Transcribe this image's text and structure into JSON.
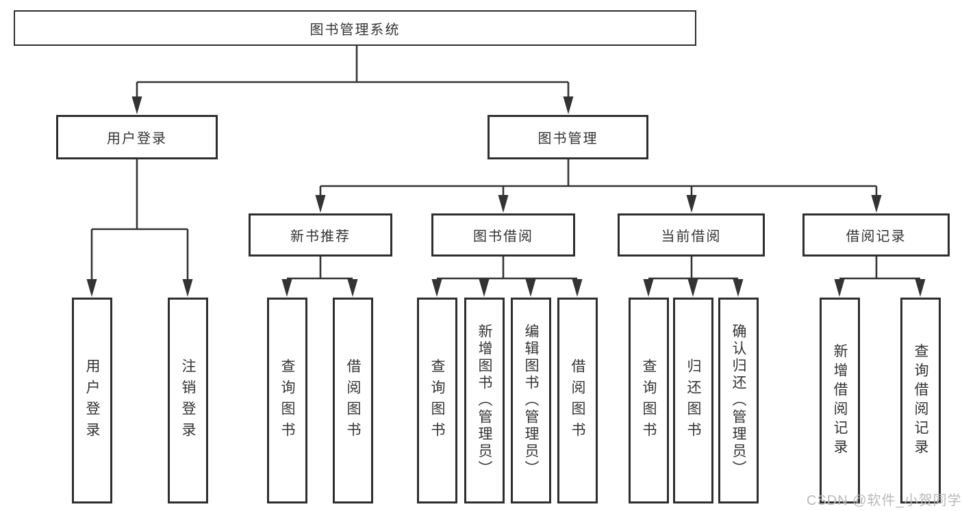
{
  "diagram": {
    "type": "hierarchy-tree",
    "root": {
      "label": "图书管理系统"
    },
    "branches": [
      {
        "label": "用户登录",
        "children": [
          {
            "label": "用户登录"
          },
          {
            "label": "注销登录"
          }
        ]
      },
      {
        "label": "图书管理",
        "children": [
          {
            "label": "新书推荐",
            "children": [
              {
                "label": "查询图书"
              },
              {
                "label": "借阅图书"
              }
            ]
          },
          {
            "label": "图书借阅",
            "children": [
              {
                "label": "查询图书"
              },
              {
                "label": "新增图书（管理员）"
              },
              {
                "label": "编辑图书（管理员）"
              },
              {
                "label": "借阅图书"
              }
            ]
          },
          {
            "label": "当前借阅",
            "children": [
              {
                "label": "查询图书"
              },
              {
                "label": "归还图书"
              },
              {
                "label": "确认归还（管理员）"
              }
            ]
          },
          {
            "label": "借阅记录",
            "children": [
              {
                "label": "新增借阅记录"
              },
              {
                "label": "查询借阅记录"
              }
            ]
          }
        ]
      }
    ]
  },
  "watermark": {
    "text": "CSDN @软件_小贺同学"
  },
  "colors": {
    "line": "#333333",
    "box_border": "#2e2e2e",
    "box_fill": "#ffffff",
    "text": "#333333",
    "watermark": "#b9b9b9",
    "background": "#ffffff"
  }
}
